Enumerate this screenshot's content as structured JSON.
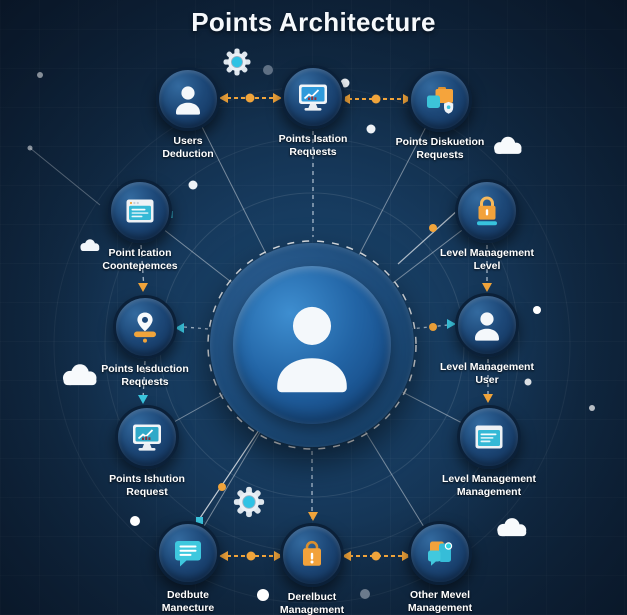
{
  "title": "Points Architecture",
  "center": {
    "name": "central-user",
    "icon": "user-icon"
  },
  "nodes": [
    {
      "id": "users-deduction",
      "label": "Users\nDeduction",
      "icon": "user-icon"
    },
    {
      "id": "points-isation-requests",
      "label": "Points Isation\nRequests",
      "icon": "monitor-chart-icon"
    },
    {
      "id": "points-diskuetion-requests",
      "label": "Points Diskuetion\nRequests",
      "icon": "folders-shield-icon"
    },
    {
      "id": "point-ication-coontepemces",
      "label": "Point Ication\nCoontepemces",
      "icon": "browser-window-icon"
    },
    {
      "id": "points-iesduction-requests",
      "label": "Points Iesduction\nRequests",
      "icon": "location-pin-icon"
    },
    {
      "id": "points-ishution-request",
      "label": "Points Ishution\nRequest",
      "icon": "monitor-chart-icon"
    },
    {
      "id": "level-management-level",
      "label": "Level Management\nLevel",
      "icon": "padlock-icon"
    },
    {
      "id": "level-management-user",
      "label": "Level Management\nUser",
      "icon": "user-icon"
    },
    {
      "id": "level-management-management",
      "label": "Level Management\nManagement",
      "icon": "browser-window-icon"
    },
    {
      "id": "dedbute-manecture",
      "label": "Dedbute\nManecture",
      "icon": "chat-bubble-icon"
    },
    {
      "id": "derelbuct-management",
      "label": "Derelbuct\nManagement",
      "icon": "shopping-bag-lock-icon"
    },
    {
      "id": "other-mevel-management",
      "label": "Other Mevel\nManagement",
      "icon": "chat-bubbles-icon"
    }
  ],
  "decorations": [
    "gear-icon",
    "cloud-icon",
    "dashed-ring",
    "radial-lines",
    "dots"
  ],
  "colors": {
    "background": "#142f4d",
    "accent_orange": "#f0a43b",
    "accent_teal": "#3bc6df",
    "node_blue": "#1d4878",
    "center_blue": "#2264a5",
    "text": "#ffffff"
  }
}
